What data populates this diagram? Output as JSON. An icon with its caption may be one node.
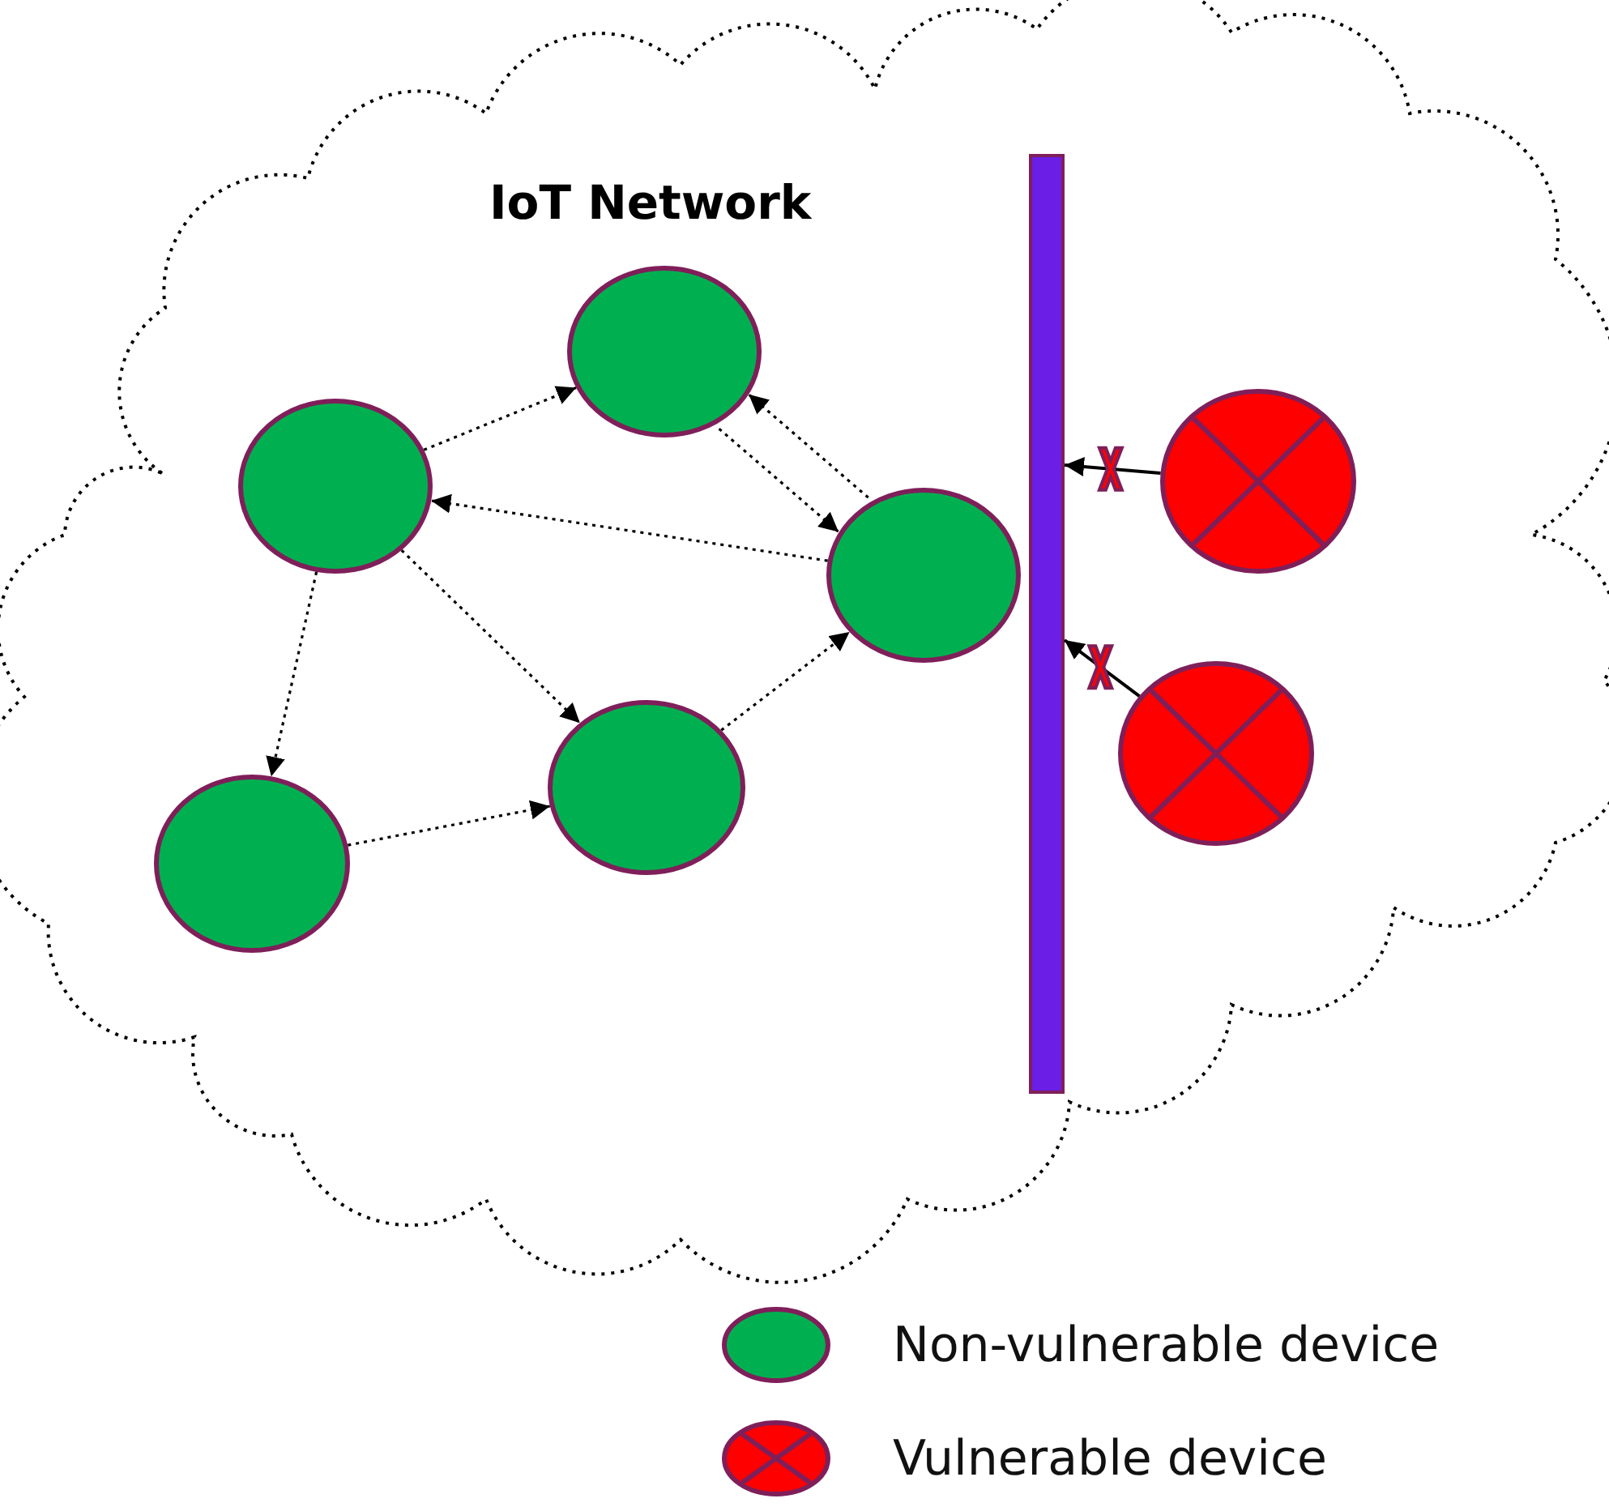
{
  "diagram": {
    "nodes": [
      {
        "text": [
          "IoT Network"
        ]
      },
      {
        "text": [],
        "shape": "circle",
        "in": 0
      },
      {
        "text": [],
        "shape": "circle",
        "in": 0
      },
      {
        "text": [],
        "shape": "circle",
        "in": 0
      },
      {
        "text": [],
        "shape": "circle",
        "in": 0
      },
      {
        "text": [],
        "shape": "circle",
        "in": 0
      },
      {
        "text": [],
        "shape": "bar",
        "in": 0
      },
      {
        "text": [],
        "shape": "circle",
        "in": 0
      },
      {
        "text": [],
        "shape": "circle",
        "in": 0
      }
    ],
    "edges": [
      {
        "from": 1,
        "to": 2,
        "arrow": "to",
        "style": "dashed"
      },
      {
        "from": 3,
        "to": 2,
        "arrow": "to",
        "style": "dashed"
      },
      {
        "from": 2,
        "to": 3,
        "arrow": "to",
        "style": "dashed"
      },
      {
        "from": 3,
        "to": 1,
        "arrow": "to",
        "style": "dashed"
      },
      {
        "from": 1,
        "to": 4,
        "arrow": "to",
        "style": "dashed"
      },
      {
        "from": 1,
        "to": 5,
        "arrow": "to",
        "style": "dashed"
      },
      {
        "from": 5,
        "to": 4,
        "arrow": "to",
        "style": "dashed"
      },
      {
        "from": 4,
        "to": 3,
        "arrow": "to",
        "style": "dashed"
      },
      {
        "from": 7,
        "to": 6,
        "arrow": "to"
      },
      {
        "from": 8,
        "to": 6,
        "arrow": "to"
      }
    ],
    "legend": [
      {
        "text": "Non-vulnerable device",
        "color": "#00b050"
      },
      {
        "text": "Vulnerable device",
        "color": "#ff0000"
      }
    ]
  }
}
